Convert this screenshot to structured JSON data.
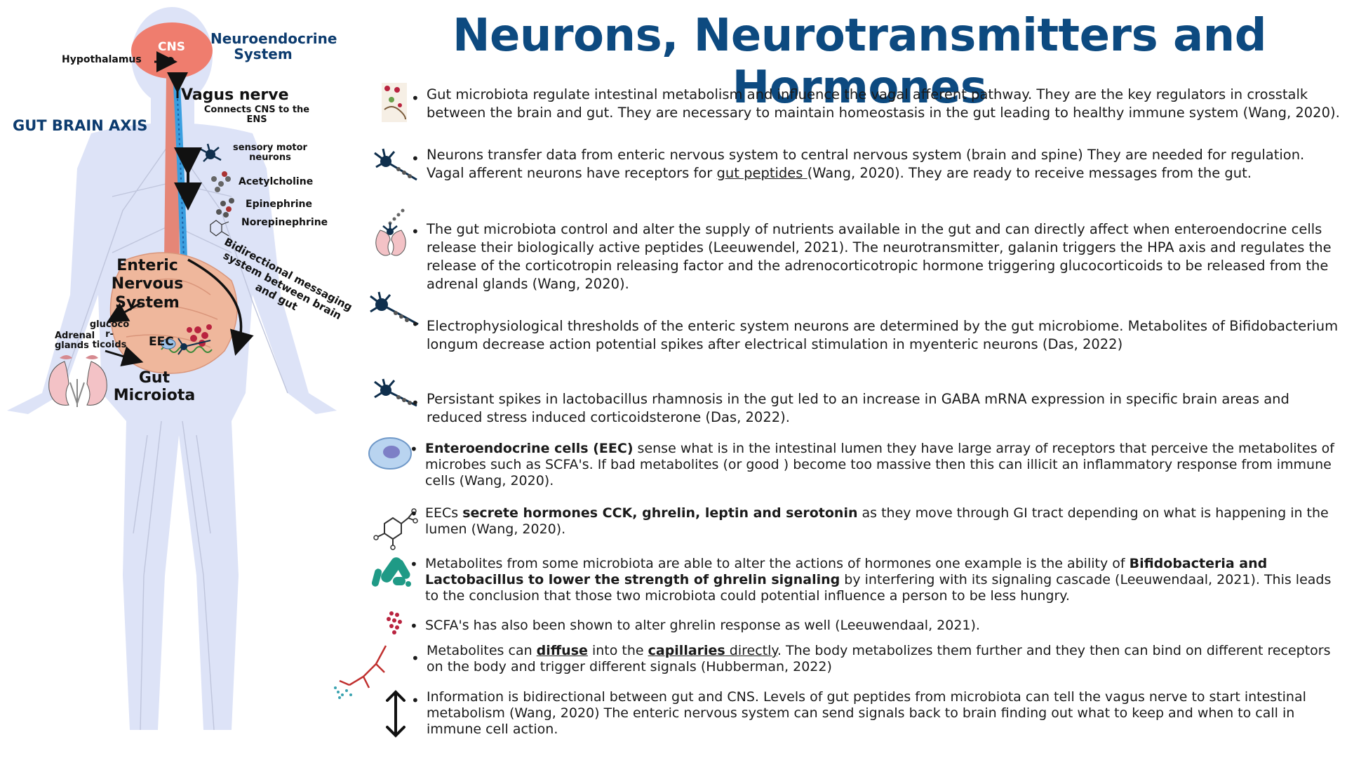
{
  "title": "Neurons, Neurotransmitters and Hormones",
  "colors": {
    "title": "#0d4a80",
    "body_silhouette": "#dde3f7",
    "cns": "#ef7d6e",
    "vagus": "#3a9fe0",
    "gut": "#efb79c",
    "microbe": "#b9233f"
  },
  "diagram": {
    "cns": "CNS",
    "neuroendocrine": "Neuroendocrine System",
    "hypothalamus": "Hypothalamus",
    "vagus_nerve": "Vagus nerve",
    "connects": "Connects CNS to the ENS",
    "gut_brain_axis": "GUT BRAIN AXIS",
    "sensory_motor": "sensory motor neurons",
    "acetylcholine": "Acetylcholine",
    "epinephrine": "Epinephrine",
    "norepinephrine": "Norepinephrine",
    "enteric": "Enteric Nervous System",
    "bidirectional": "Bidirectional messaging system between brain and gut",
    "glucocorticoids": "glucoco r- ticoids",
    "adrenal": "Adrenal glands",
    "eec": "EEC",
    "gut_microbiota": "Gut Microiota"
  },
  "items": [
    {
      "icon": "microbiota-illustration-icon",
      "text": "Gut microbiota regulate intestinal metabolism and influence the vagal afferent pathway. They are the key regulators in crosstalk between the brain and gut. They are necessary to maintain homeostasis in the gut leading to healthy immune system (Wang,  2020)."
    },
    {
      "icon": "neuron-icon",
      "t1": "Neurons transfer data from enteric nervous system to central nervous system (brain and spine) They are needed for regulation. Vagal afferent neurons have receptors for ",
      "u1": "gut peptides ",
      "t2": "(Wang, 2020). They are ready to receive messages from the gut."
    },
    {
      "icon": "kidney-neuron-icon",
      "text": "The gut microbiota control and alter the supply of nutrients available in the gut and can directly affect when enteroendocrine cells release their biologically active peptides (Leeuwendel, 2021). The neurotransmitter, galanin triggers the HPA axis  and regulates the release of  the corticotropin releasing factor and the adrenocorticotropic hormone triggering glucocorticoids to be released from the adrenal glands (Wang, 2020)."
    },
    {
      "icon": "neuron-icon",
      "text": "Electrophysiological thresholds of the enteric system neurons are determined by the gut microbiome. Metabolites of Bifidobacterium longum decrease action potential spikes after electrical stimulation in myenteric neurons (Das, 2022)"
    },
    {
      "icon": "neuron-icon",
      "text": "Persistant spikes in lactobacillus rhamnosis in the gut led to an increase in GABA mRNA expression in specific brain areas  and reduced stress induced corticoidsterone (Das, 2022)."
    },
    {
      "icon": "eec-cell-icon",
      "b1": "Enteroendocrine cells  (EEC)",
      "t1": " sense what is in the intestinal lumen they have large array of receptors that perceive the metabolites of microbes such as SCFA's. If bad metabolites (or good ) become too massive then this can illicit an inflammatory response from immune cells (Wang, 2020)."
    },
    {
      "icon": "molecule-icon",
      "t1": "EECs  ",
      "b1": "secrete hormones CCK, ghrelin, leptin and serotonin",
      "t2": " as  they move through GI tract depending on what is happening in the lumen (Wang, 2020)."
    },
    {
      "icon": "bacteria-icon",
      "t1": "Metabolites from some microbiota are able to alter the actions of hormones  one example is the ability of ",
      "b1": "Bifidobacteria and Lactobacillus to lower the strength of ghrelin signaling",
      "t2": " by interfering with its signaling cascade (Leeuwendaal, 2021). This leads to the conclusion that those two microbiota could potential influence a person to be less hungry."
    },
    {
      "icon": "scfa-dots-icon",
      "text": "SCFA's has also been shown to alter ghrelin response as well (Leeuwendaal, 2021)."
    },
    {
      "icon": "capillary-icon",
      "t1": "Metabolites can ",
      "bu1": "diffuse",
      "t2": " into the ",
      "bu2": "capillaries",
      "u1": " directly",
      "t3": ".  The body metabolizes them further and they then can bind on different receptors on the body and trigger different signals (Hubberman, 2022)"
    },
    {
      "icon": "double-arrow-icon",
      "text": "Information is bidirectional between gut and CNS. Levels of gut peptides from microbiota can tell the vagus nerve to start intestinal metabolism (Wang, 2020) The enteric nervous system can send signals back to brain finding out what to keep and when to call in immune cell action."
    }
  ]
}
